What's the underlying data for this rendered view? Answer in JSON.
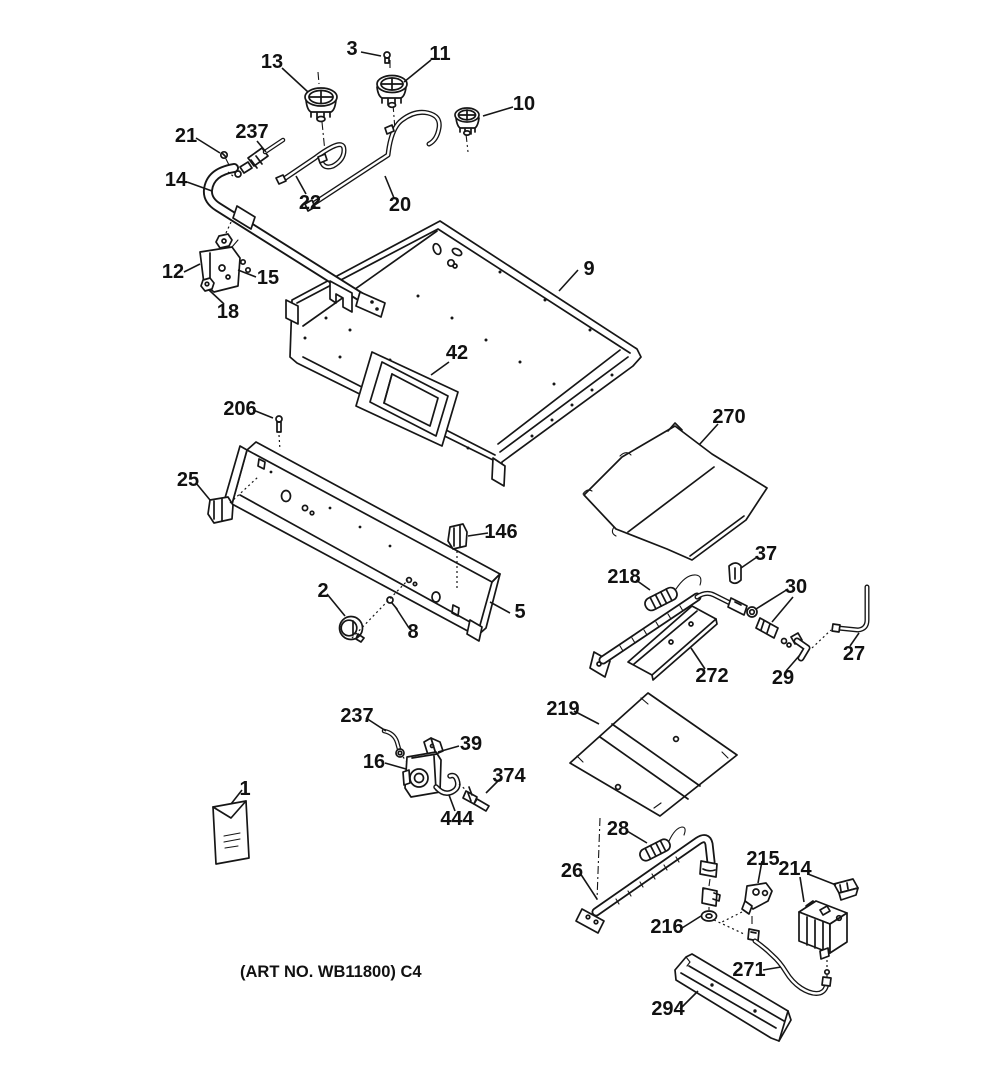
{
  "doc": {
    "type": "exploded-parts-diagram",
    "footer_text": "(ART NO. WB11800) C4",
    "ink_color": "#161616",
    "background_color": "#ffffff"
  },
  "labels": [
    {
      "part": "13"
    },
    {
      "part": "3"
    },
    {
      "part": "11"
    },
    {
      "part": "10"
    },
    {
      "part": "21"
    },
    {
      "part": "237"
    },
    {
      "part": "14"
    },
    {
      "part": "22"
    },
    {
      "part": "20"
    },
    {
      "part": "12"
    },
    {
      "part": "15"
    },
    {
      "part": "18"
    },
    {
      "part": "9"
    },
    {
      "part": "42"
    },
    {
      "part": "206"
    },
    {
      "part": "270"
    },
    {
      "part": "25"
    },
    {
      "part": "146"
    },
    {
      "part": "218"
    },
    {
      "part": "37"
    },
    {
      "part": "30"
    },
    {
      "part": "2"
    },
    {
      "part": "8"
    },
    {
      "part": "5"
    },
    {
      "part": "272"
    },
    {
      "part": "27"
    },
    {
      "part": "29"
    },
    {
      "part": "219"
    },
    {
      "part": "237"
    },
    {
      "part": "39"
    },
    {
      "part": "16"
    },
    {
      "part": "374"
    },
    {
      "part": "444"
    },
    {
      "part": "1"
    },
    {
      "part": "28"
    },
    {
      "part": "26"
    },
    {
      "part": "215"
    },
    {
      "part": "214"
    },
    {
      "part": "216"
    },
    {
      "part": "271"
    },
    {
      "part": "294"
    }
  ]
}
